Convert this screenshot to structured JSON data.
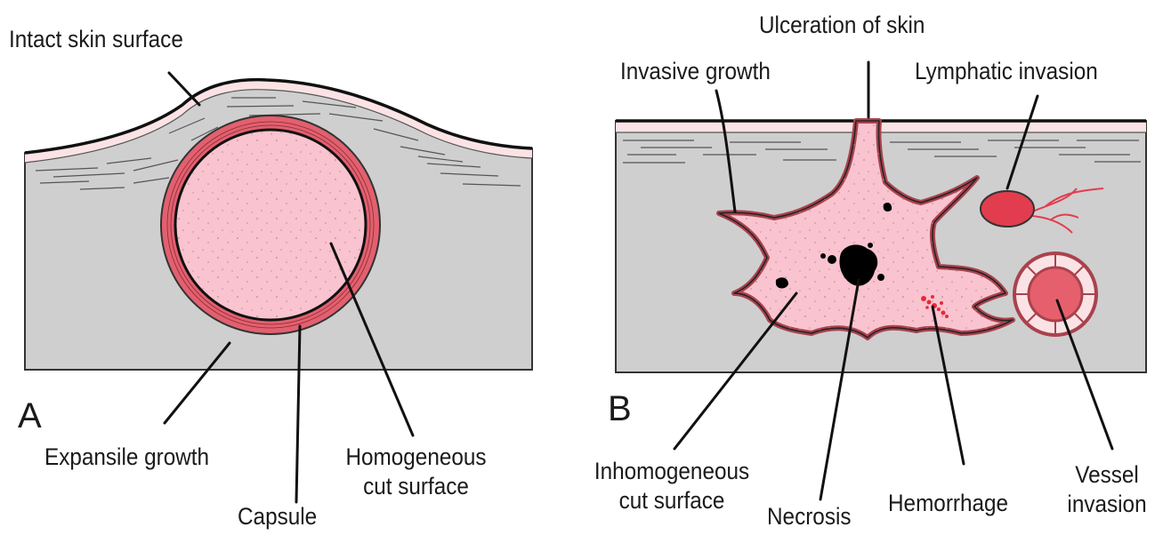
{
  "panel_a": {
    "letter": "A",
    "labels": {
      "intact_skin_surface": "Intact skin surface",
      "expansile_growth": "Expansile growth",
      "capsule": "Capsule",
      "homogeneous_line1": "Homogeneous",
      "homogeneous_line2": "cut surface"
    }
  },
  "panel_b": {
    "letter": "B",
    "labels": {
      "ulceration_of_skin": "Ulceration of skin",
      "invasive_growth": "Invasive growth",
      "lymphatic_invasion": "Lymphatic invasion",
      "inhomogeneous_line1": "Inhomogeneous",
      "inhomogeneous_line2": "cut surface",
      "necrosis": "Necrosis",
      "hemorrhage": "Hemorrhage",
      "vessel_line1": "Vessel",
      "vessel_line2": "invasion"
    }
  },
  "colors": {
    "tissue_gray": "#cfcfcf",
    "skin_pink": "#fbe3e5",
    "tumor_pink": "#f9c3cf",
    "capsule_red": "#e2606f",
    "lymph_red": "#e23d4f",
    "vessel_red": "#e5606c",
    "necrosis_black": "#000000"
  }
}
